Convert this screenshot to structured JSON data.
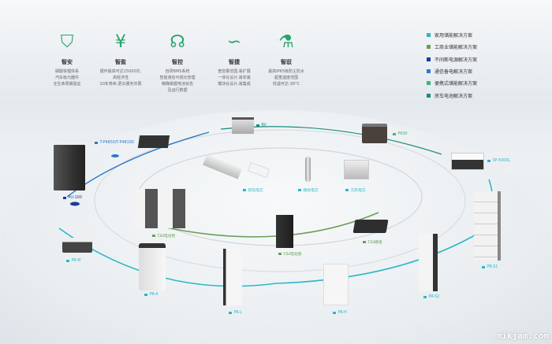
{
  "features": [
    {
      "title": "智安",
      "lines": [
        "磷酸铁锂体系",
        "汽车级元器件",
        "全生命周期验证"
      ],
      "icon": "shield-bolt-icon"
    },
    {
      "title": "智盈",
      "lines": [
        "循环最高可达15000次,",
        "高经济性",
        "20年寿命,更长服务年限"
      ],
      "icon": "yen-coin-icon"
    },
    {
      "title": "智控",
      "lines": [
        "自研BMS系统",
        "智能通信可视化管理",
        "精确掌握电池状态",
        "及运行数据"
      ],
      "icon": "head-circuit-icon"
    },
    {
      "title": "智捷",
      "lines": [
        "宽容量范围,易扩展",
        "一体化设计,易安装",
        "模块化设计,易集成"
      ],
      "icon": "cable-icon"
    },
    {
      "title": "智驭",
      "lines": [
        "最高IP65级防尘防水",
        "超宽温度范围",
        "低温可达-30°C"
      ],
      "icon": "flask-leaf-icon"
    }
  ],
  "legend": [
    {
      "label": "家用储能解决方案",
      "color": "#2bb8c8"
    },
    {
      "label": "工商业储能解决方案",
      "color": "#6a9e5a"
    },
    {
      "label": "不间断电源解决方案",
      "color": "#1a3a9a"
    },
    {
      "label": "通信备电解决方案",
      "color": "#2a7ac8"
    },
    {
      "label": "便携式储能解决方案",
      "color": "#3ab87a"
    },
    {
      "label": "房车电池解决方案",
      "color": "#1a8a80"
    }
  ],
  "products": {
    "tp": "T-P4850/T-P48100",
    "pu": "PU-100",
    "rv": "RV",
    "soft": "软包电芯",
    "cyl": "圆柱电芯",
    "sqr": "方形电芯",
    "p600": "P600",
    "sp": "SP-5000L",
    "prs1": "PR-S1",
    "ci_cab": "C&I电池柜",
    "ci_rack": "C&I电池簇",
    "ci_mod": "C&I模组",
    "prm": "PR-M",
    "pra": "PR-A",
    "prl": "PR-L",
    "prh": "PR-H",
    "prs2": "PR-S2"
  },
  "watermark": "mikjam.com"
}
